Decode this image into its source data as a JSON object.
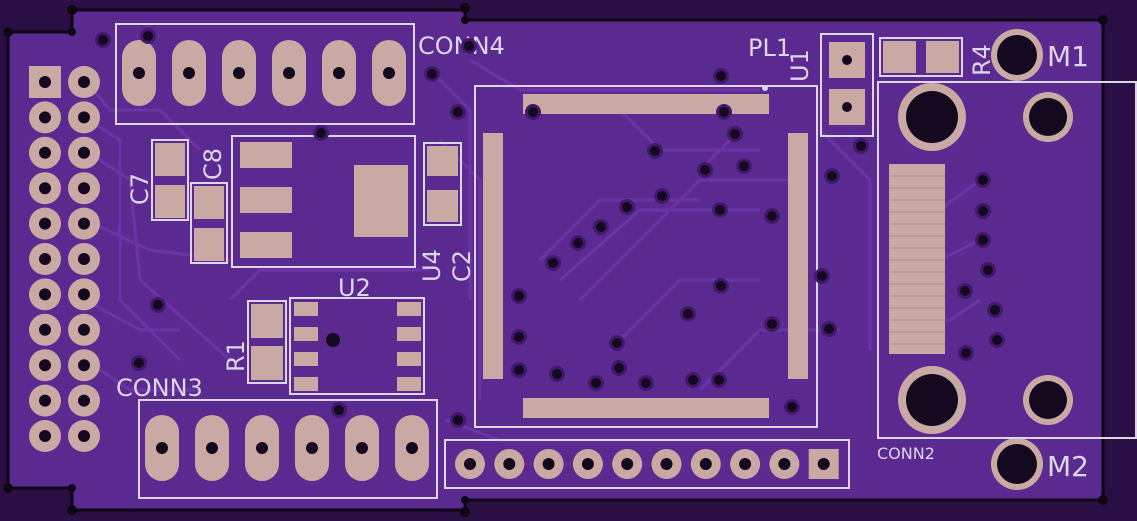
{
  "colors": {
    "board": "#5b2a91",
    "board_dark": "#3f1a6b",
    "trace": "#6a34a6",
    "silk": "#dcd6e6",
    "pad": "#c9a9a3",
    "hole": "#14091f",
    "edge": "#0d0714"
  },
  "labels": {
    "conn4": "CONN4",
    "conn3": "CONN3",
    "conn2": "CONN2",
    "c7": "C7",
    "c8": "C8",
    "c2": "C2",
    "u4": "U4",
    "u2": "U2",
    "u1": "U1",
    "r1": "R1",
    "r4": "R4",
    "pl1": "PL1",
    "m1": "M1",
    "m2": "M2"
  }
}
